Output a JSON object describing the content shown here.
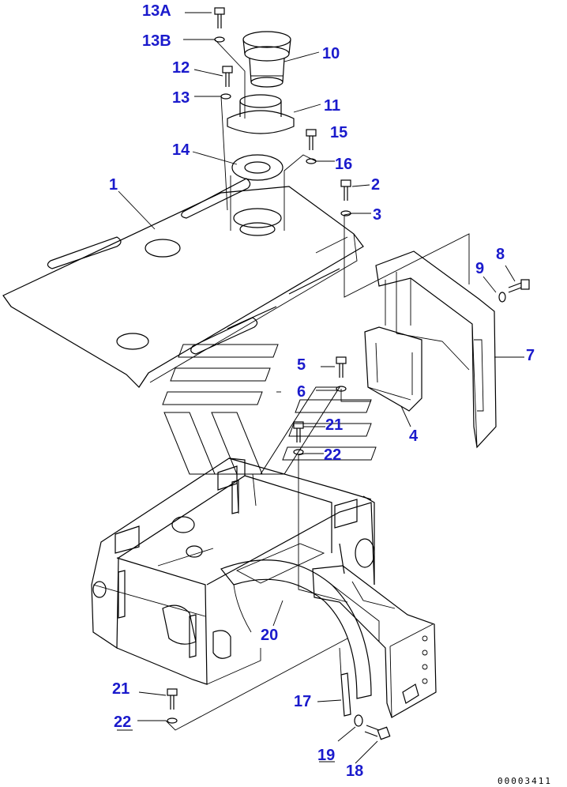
{
  "labels": {
    "p13A": "13A",
    "p13B": "13B",
    "p10": "10",
    "p12": "12",
    "p13": "13",
    "p11": "11",
    "p15": "15",
    "p14": "14",
    "p16": "16",
    "p1": "1",
    "p2": "2",
    "p3": "3",
    "p9": "9",
    "p8": "8",
    "p7": "7",
    "p5": "5",
    "p6": "6",
    "p4": "4",
    "p21a": "21",
    "p22a": "22",
    "p20": "20",
    "p21b": "21",
    "p22b": "22",
    "p17": "17",
    "p19": "19",
    "p18": "18"
  },
  "drawing_number": "00003411",
  "colors": {
    "label": "#1a1acc",
    "line": "#000000",
    "background": "#ffffff"
  }
}
